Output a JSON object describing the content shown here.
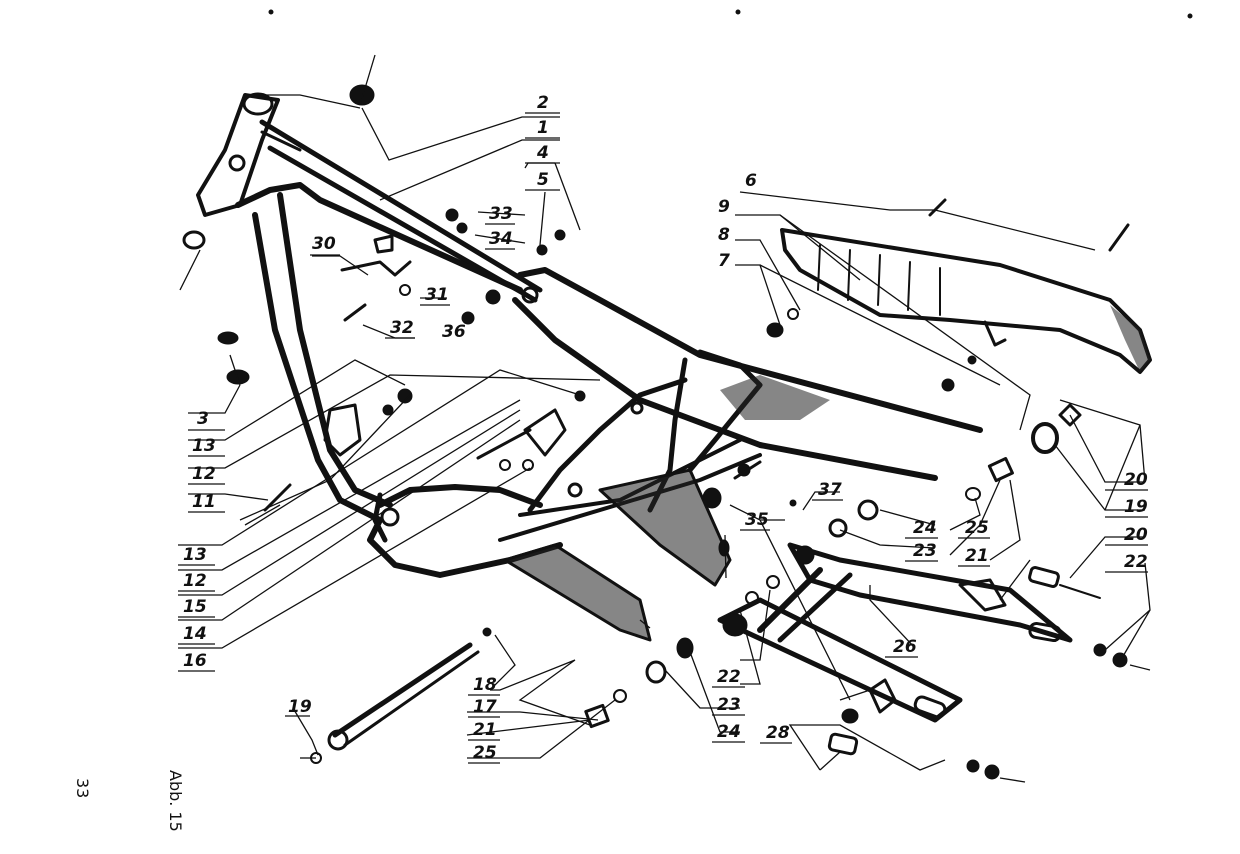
{
  "figure_caption": "Abb. 15",
  "page_number": "33",
  "callouts": {
    "c1": "1",
    "c2": "2",
    "c3": "3",
    "c4": "4",
    "c5": "5",
    "c6": "6",
    "c7": "7",
    "c8": "8",
    "c9": "9",
    "c11": "11",
    "c12a": "12",
    "c12b": "12",
    "c13a": "13",
    "c13b": "13",
    "c14": "14",
    "c15": "15",
    "c16": "16",
    "c17": "17",
    "c18": "18",
    "c19a": "19",
    "c19b": "19",
    "c20a": "20",
    "c20b": "20",
    "c21a": "21",
    "c21b": "21",
    "c22a": "22",
    "c22b": "22",
    "c23a": "23",
    "c23b": "23",
    "c24a": "24",
    "c24b": "24",
    "c25a": "25",
    "c25b": "25",
    "c26": "26",
    "c28": "28",
    "c30": "30",
    "c31": "31",
    "c32": "32",
    "c33": "33",
    "c34": "34",
    "c35": "35",
    "c36": "36",
    "c37": "37"
  }
}
